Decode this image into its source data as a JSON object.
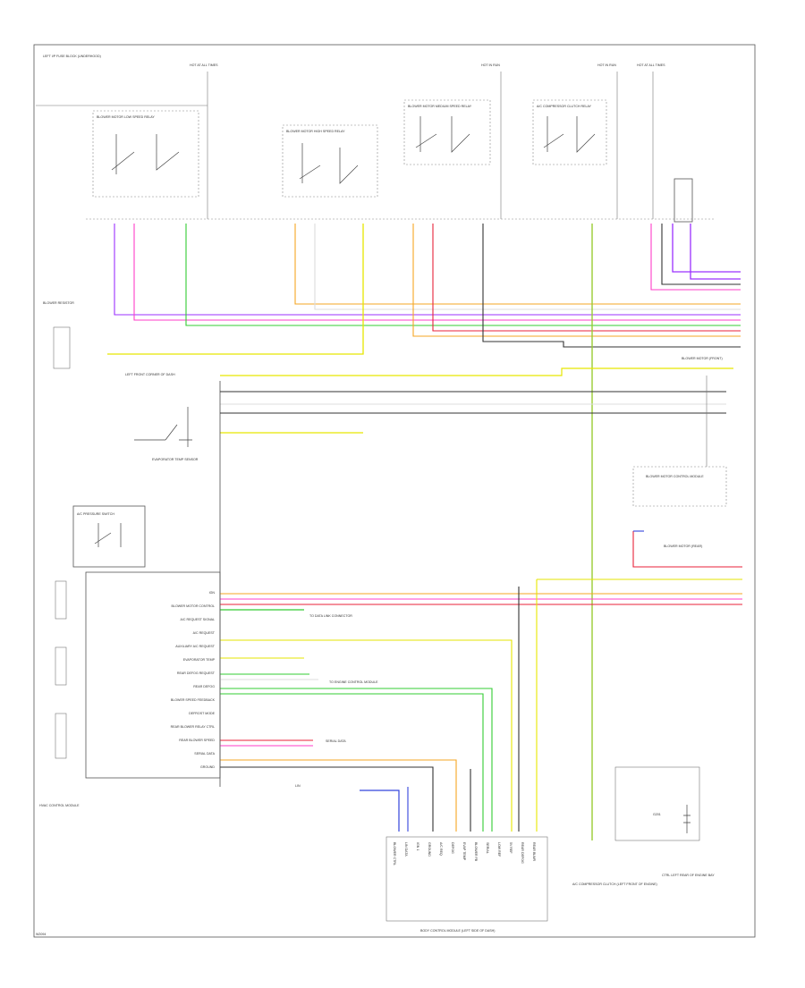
{
  "diagram": {
    "footer_code": "W2094",
    "colors": {
      "violet": "#9b30ff",
      "pink": "#ff3ec8",
      "green": "#33cc33",
      "yellow": "#e6e600",
      "orange": "#f5a623",
      "red": "#e8223a",
      "blue": "#3344dd",
      "white": "#dddddd",
      "black": "#333333",
      "lime": "#99cc33"
    },
    "labels": {
      "hot_top": "HOT AT ALL TIMES",
      "hot_run": "HOT IN RUN",
      "top_left_block": "LEFT I/P FUSE BLOCK (UNDERHOOD)",
      "relay1": "BLOWER MOTOR LOW SPEED RELAY",
      "relay2": "BLOWER MOTOR HIGH SPEED RELAY",
      "relay3": "BLOWER MOTOR MEDIUM SPEED RELAY",
      "relay4": "A/C COMPRESSOR CLUTCH RELAY",
      "resistor_left": "BLOWER RESISTOR",
      "blower_top_right": "BLOWER MOTOR (FRONT)",
      "blower_lower_right": "BLOWER MOTOR (REAR)",
      "left_conn": "LEFT FRONT CORNER OF DASH",
      "sw_name": "EVAPORATOR TEMP SENSOR",
      "pressure_switch": "A/C PRESSURE SWITCH",
      "hvac_module": "HVAC CONTROL MODULE",
      "ground_label": "G201",
      "bottom_center": "BODY CONTROL MODULE (LEFT SIDE OF DASH)",
      "bottom_right1": "A/C COMPRESSOR CLUTCH (LEFT FRONT OF ENGINE)",
      "bottom_right2": "CTRL LEFT REAR OF ENGINE BAY",
      "right_module": "BLOWER MOTOR CONTROL MODULE",
      "lin_label": "LIN",
      "data_link": "TO DATA LINK CONNECTOR",
      "serial_data": "SERIAL DATA",
      "to_ecm": "TO ENGINE CONTROL MODULE"
    },
    "hvac_pins": [
      "IGN",
      "BLOWER MOTOR CONTROL",
      "A/C REQUEST SIGNAL",
      "A/C REQUEST",
      "AUXILIARY A/C REQUEST",
      "EVAPORATOR TEMP",
      "REAR DEFOG REQUEST",
      "REAR DEFOG",
      "BLOWER SPEED FEEDBACK",
      "DEFROST MODE",
      "REAR BLOWER RELAY CTRL",
      "REAR BLOWER SPEED",
      "SERIAL DATA",
      "GROUND"
    ],
    "bottom_pins": [
      "BLOWER CTRL",
      "LIN DATA",
      "IGN 1",
      "GROUND",
      "A/C REQ",
      "DEFOG",
      "EVAP TEMP",
      "BLOWER FB",
      "SERIAL",
      "LOW REF",
      "5V REF",
      "REAR DEFOG",
      "REAR BLWR"
    ]
  }
}
